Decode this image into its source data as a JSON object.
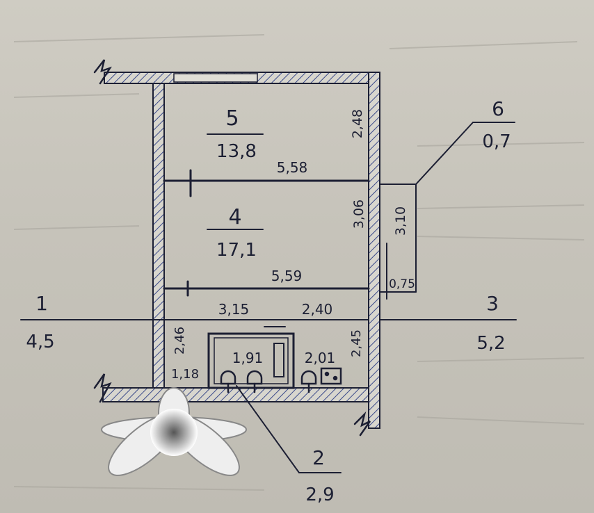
{
  "rooms": [
    {
      "number": "5",
      "area": "13,8"
    },
    {
      "number": "4",
      "area": "17,1"
    },
    {
      "number": "6",
      "area": "0,7"
    },
    {
      "number": "1",
      "area": "4,5"
    },
    {
      "number": "3",
      "area": "5,2"
    },
    {
      "number": "2",
      "area": "2,9"
    }
  ],
  "dimensions": {
    "room5_height": "2,48",
    "room5_width": "5,58",
    "room4_height": "3,06",
    "room6_height": "3,10",
    "room4_width": "5,59",
    "room6_width": "0,75",
    "kitchen_width": "3,15",
    "bath_width": "2,40",
    "kitchen_height": "2,46",
    "bath_height": "2,45",
    "stove_width": "1,91",
    "sink_width": "2,01",
    "corridor_width": "1,18"
  },
  "colors": {
    "ink": "#1c1f33",
    "wall_hatch": "#3b4a8a",
    "paper": "#c9c6bd"
  },
  "icons": {
    "stove": "stove-icon",
    "sink": "sink-icon",
    "redaction": "asterisk-redaction-icon"
  }
}
